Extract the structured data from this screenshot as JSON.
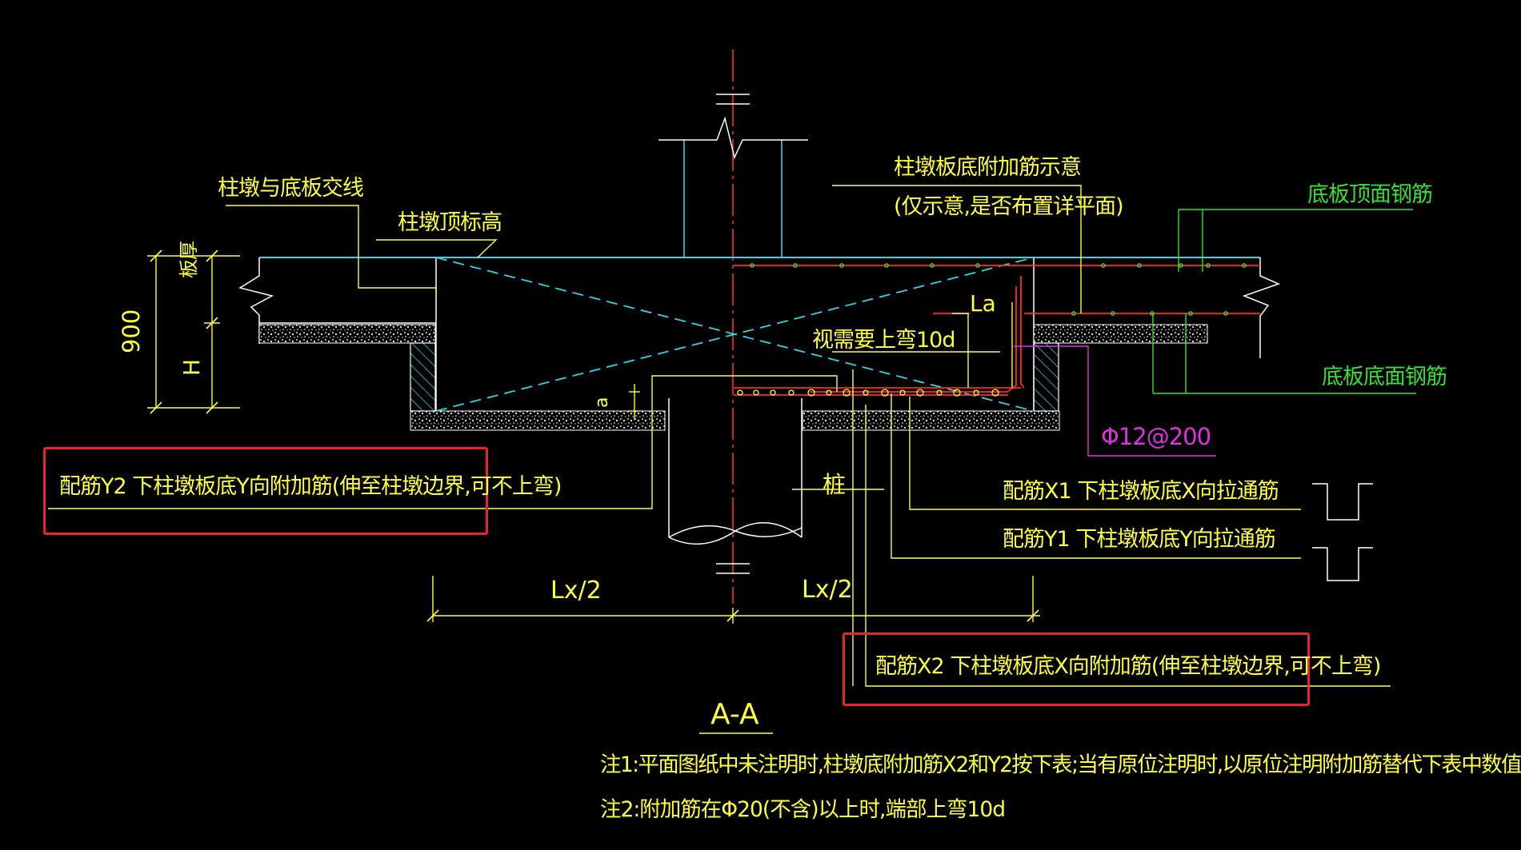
{
  "colors": {
    "background": "#000000",
    "annotation": "#ffff3c",
    "concrete_line": "#2fd6e6",
    "rebar_red": "#ff2a2a",
    "rebar_green": "#35e035",
    "magenta": "#e030e0",
    "highlight": "#e8242c"
  },
  "labels": {
    "pier_slab_intersection": "柱墩与底板交线",
    "pier_top_elevation": "柱墩顶标高",
    "pier_bottom_rebar_title": "柱墩板底附加筋示意",
    "pier_bottom_rebar_note": "(仅示意,是否布置详平面)",
    "slab_top_rebar": "底板顶面钢筋",
    "slab_bottom_rebar": "底板底面钢筋",
    "anchor_length": "La",
    "bend_up_note": "视需要上弯10d",
    "spacing_rebar": "Φ12@200",
    "pile": "桩",
    "slab_thickness": "板厚",
    "dim_900": "900",
    "dim_H": "H",
    "dim_a": "a",
    "lx_half_left": "Lx/2",
    "lx_half_right": "Lx/2",
    "rebar_x1": "配筋X1   下柱墩板底X向拉通筋",
    "rebar_y1": "配筋Y1   下柱墩板底Y向拉通筋",
    "rebar_y2": "配筋Y2   下柱墩板底Y向附加筋(伸至柱墩边界,可不上弯)",
    "rebar_x2": "配筋X2  下柱墩板底X向附加筋(伸至柱墩边界,可不上弯)",
    "section_title": "A-A",
    "note_1": "注1:平面图纸中未注明时,柱墩底附加筋X2和Y2按下表;当有原位注明时,以原位注明附加筋替代下表中数值",
    "note_2": "注2:附加筋在Φ20(不含)以上时,端部上弯10d"
  }
}
